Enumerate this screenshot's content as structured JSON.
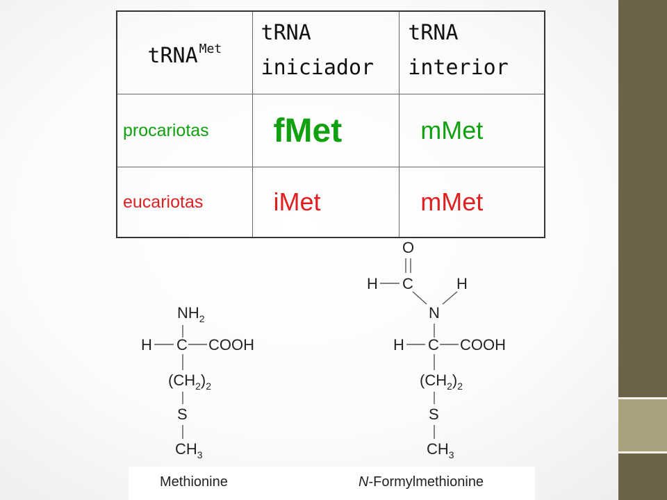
{
  "table": {
    "header": {
      "corner_main": "tRNA",
      "corner_sup": "Met",
      "col2": [
        "tRNA",
        "iniciador"
      ],
      "col3": [
        "tRNA",
        "interior"
      ]
    },
    "rows": [
      {
        "label": "procariotas",
        "label_color": "#10a010",
        "initiator": "fMet",
        "initiator_color": "#10a010",
        "interior": "mMet",
        "interior_color": "#10a010"
      },
      {
        "label": "eucariotas",
        "label_color": "#e02020",
        "initiator": "iMet",
        "initiator_color": "#e02020",
        "interior": "mMet",
        "interior_color": "#e02020"
      }
    ]
  },
  "structures": {
    "methionine": {
      "top": "NH",
      "top_sub": "2",
      "left_h": "H",
      "center": "C",
      "right": "COOH",
      "chain1": "(CH",
      "chain1_sub": "2",
      "chain1_close": ")",
      "chain1_sub2": "2",
      "sulfur": "S",
      "methyl": "CH",
      "methyl_sub": "3",
      "caption": "Methionine"
    },
    "formylmethionine": {
      "oxygen": "O",
      "formyl_h": "H",
      "formyl_c": "C",
      "amide_h": "H",
      "nitrogen": "N",
      "left_h": "H",
      "center": "C",
      "right": "COOH",
      "chain1": "(CH",
      "chain1_sub": "2",
      "chain1_close": ")",
      "chain1_sub2": "2",
      "sulfur": "S",
      "methyl": "CH",
      "methyl_sub": "3",
      "caption_italic": "N",
      "caption_rest": "-Formylmethionine"
    }
  },
  "colors": {
    "sidebar": "#6b6249",
    "sidebar_accent": "#a8a17c"
  }
}
